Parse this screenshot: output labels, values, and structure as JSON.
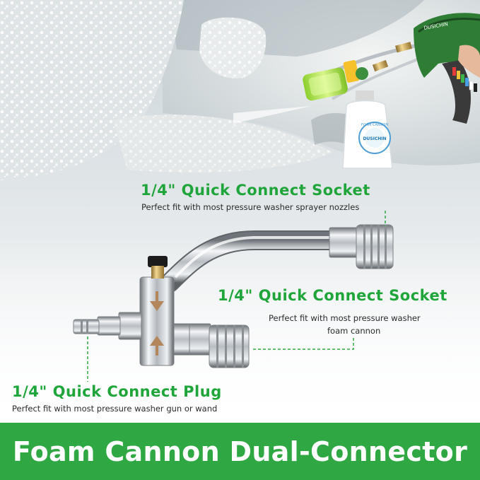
{
  "banner": {
    "title": "Foam Cannon Dual-Connector"
  },
  "callouts": {
    "top_socket": {
      "title": "1/4\" Quick Connect Socket",
      "desc": "Perfect fit with most pressure washer sprayer nozzles"
    },
    "mid_socket": {
      "title": "1/4\" Quick Connect Socket",
      "desc_line1": "Perfect fit with most pressure washer",
      "desc_line2": "foam cannon"
    },
    "plug": {
      "title": "1/4\" Quick Connect Plug",
      "desc": "Perfect fit with most pressure washer gun or wand"
    }
  },
  "brand": {
    "gun_text": "DUSICHIN",
    "bottle_ring": "FOAM CANNON",
    "bottle_center": "DUSICHIN"
  },
  "colors": {
    "accent_green": "#1fa53a",
    "banner_green": "#2fa843",
    "text_dark": "#2a2a2a"
  }
}
